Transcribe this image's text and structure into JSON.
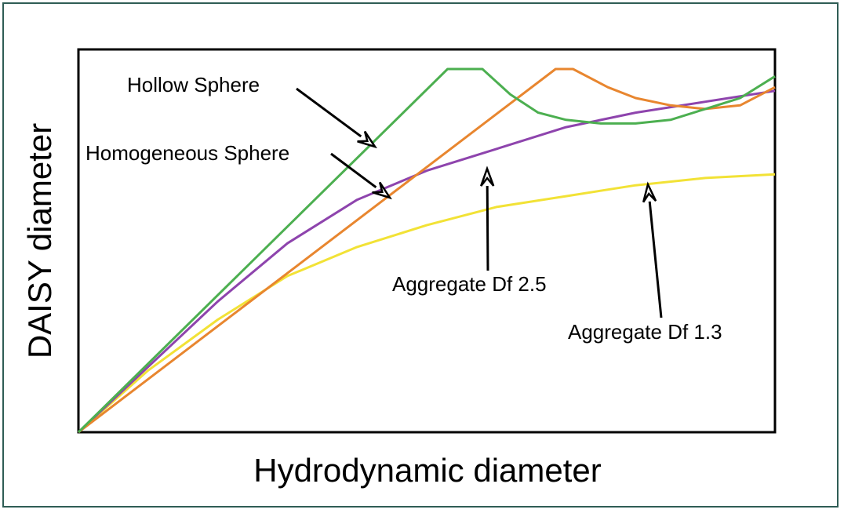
{
  "chart_data": {
    "type": "line",
    "title": "",
    "xlabel": "Hydrodynamic diameter",
    "ylabel": "DAISY diameter",
    "xlim": [
      0,
      100
    ],
    "ylim": [
      0,
      100
    ],
    "grid": false,
    "legend": "none",
    "series": [
      {
        "name": "Hollow Sphere",
        "color": "#4caf50",
        "x": [
          0,
          53,
          58,
          62,
          66,
          70,
          75,
          80,
          85,
          90,
          95,
          100
        ],
        "y": [
          0,
          100,
          100,
          93,
          88,
          86,
          85,
          85,
          86,
          89,
          92,
          98
        ]
      },
      {
        "name": "Homogeneous Sphere",
        "color": "#e8862f",
        "x": [
          0,
          68.5,
          71,
          76,
          80,
          85,
          90,
          95,
          100
        ],
        "y": [
          0,
          100,
          100,
          95,
          92,
          90,
          89,
          90,
          95
        ]
      },
      {
        "name": "Aggregate Df 2.5",
        "color": "#8e44ad",
        "x": [
          0,
          10,
          20,
          30,
          40,
          50,
          60,
          70,
          80,
          90,
          100
        ],
        "y": [
          0,
          18,
          36,
          52,
          64,
          72,
          78,
          84,
          88,
          91,
          94
        ]
      },
      {
        "name": "Aggregate Df 1.3",
        "color": "#f2e236",
        "x": [
          0,
          10,
          20,
          30,
          40,
          50,
          60,
          70,
          80,
          90,
          100
        ],
        "y": [
          0,
          17,
          31,
          43,
          51,
          57,
          62,
          65,
          68,
          70,
          71
        ]
      }
    ],
    "annotations": [
      {
        "text": "Hollow Sphere"
      },
      {
        "text": "Homogeneous Sphere"
      },
      {
        "text": "Aggregate Df 2.5"
      },
      {
        "text": "Aggregate Df 1.3"
      }
    ]
  }
}
